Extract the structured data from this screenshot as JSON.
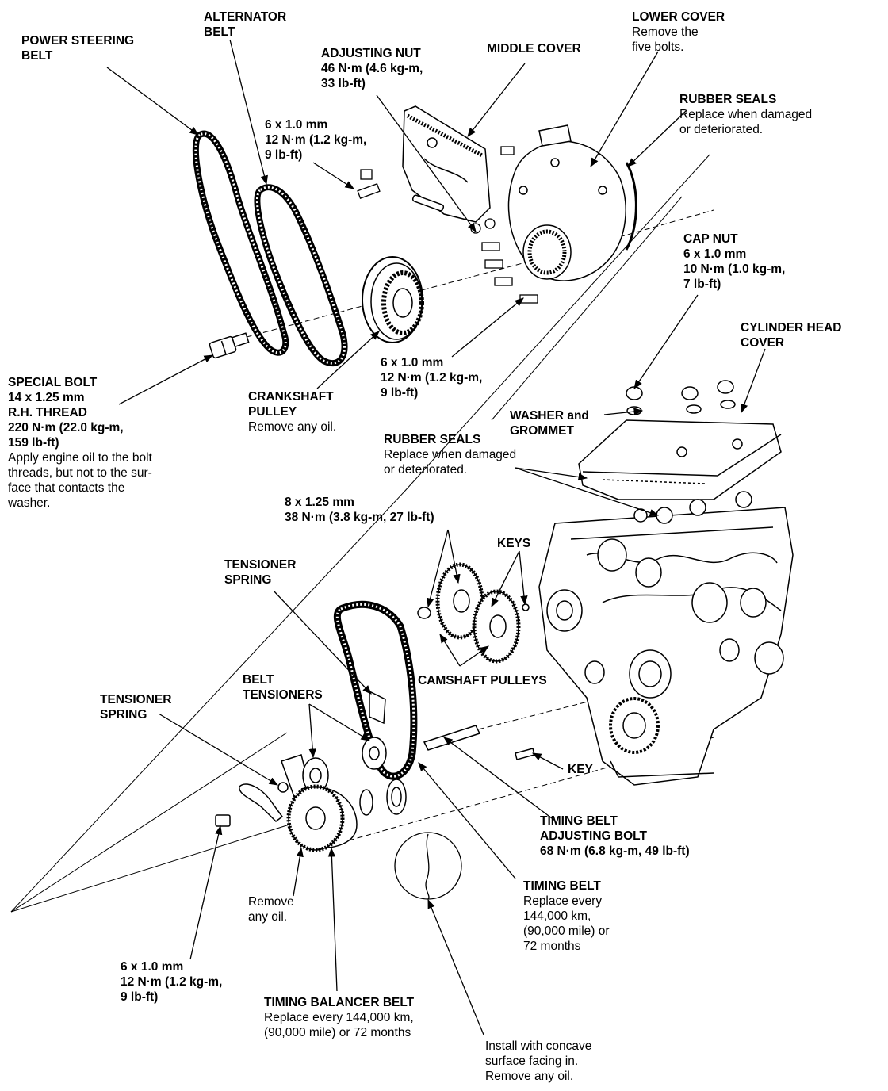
{
  "labels": {
    "power_steering_belt": [
      "POWER STEERING",
      "BELT"
    ],
    "alternator_belt": [
      "ALTERNATOR",
      "BELT"
    ],
    "adjusting_nut": {
      "title": "ADJUSTING NUT",
      "spec": [
        "46 N·m (4.6 kg-m,",
        "33 lb-ft)"
      ]
    },
    "middle_cover": "MIDDLE COVER",
    "lower_cover": {
      "title": "LOWER COVER",
      "note": [
        "Remove the",
        "five bolts."
      ]
    },
    "rubber_seals_top": {
      "title": "RUBBER SEALS",
      "note": [
        "Replace when damaged",
        "or deteriorated."
      ]
    },
    "bolt_6x1_top": [
      "6 x 1.0 mm",
      "12 N·m (1.2 kg-m,",
      "9 lb-ft)"
    ],
    "cap_nut": {
      "title": "CAP NUT",
      "spec": [
        "6 x 1.0 mm",
        "10 N·m (1.0 kg-m,",
        "7 lb-ft)"
      ]
    },
    "cylinder_head_cover": [
      "CYLINDER HEAD",
      "COVER"
    ],
    "special_bolt": {
      "title": [
        "SPECIAL BOLT",
        "14 x 1.25 mm",
        "R.H. THREAD",
        "220 N·m (22.0 kg-m,",
        "159 lb-ft)"
      ],
      "note": [
        "Apply engine oil to the bolt",
        "threads, but not to the sur-",
        "face that contacts the",
        "washer."
      ]
    },
    "crankshaft_pulley": {
      "title": [
        "CRANKSHAFT",
        "PULLEY"
      ],
      "note": "Remove any oil."
    },
    "bolt_6x1_mid": [
      "6 x 1.0 mm",
      "12 N·m (1.2 kg-m,",
      "9 lb-ft)"
    ],
    "washer_grommet": [
      "WASHER and",
      "GROMMET"
    ],
    "rubber_seals_mid": {
      "title": "RUBBER SEALS",
      "note": [
        "Replace when damaged",
        "or deteriorated."
      ]
    },
    "bolt_8x125": [
      "8 x 1.25 mm",
      "38 N·m (3.8 kg-m, 27 lb-ft)"
    ],
    "keys": "KEYS",
    "tensioner_spring_top": [
      "TENSIONER",
      "SPRING"
    ],
    "camshaft_pulleys": "CAMSHAFT PULLEYS",
    "belt_tensioners": [
      "BELT",
      "TENSIONERS"
    ],
    "tensioner_spring_left": [
      "TENSIONER",
      "SPRING"
    ],
    "key": "KEY",
    "timing_belt_adjusting_bolt": [
      "TIMING BELT",
      "ADJUSTING BOLT",
      "68 N·m (6.8 kg-m, 49 lb-ft)"
    ],
    "timing_belt": {
      "title": "TIMING BELT",
      "note": [
        "Replace every",
        "144,000 km,",
        "(90,000 mile) or",
        "72 months"
      ]
    },
    "remove_any_oil": [
      "Remove",
      "any oil."
    ],
    "bolt_6x1_bottom": [
      "6 x 1.0 mm",
      "12 N·m (1.2 kg-m,",
      "9 lb-ft)"
    ],
    "timing_balancer_belt": {
      "title": "TIMING BALANCER BELT",
      "note": [
        "Replace every 144,000 km,",
        "(90,000 mile) or 72 months"
      ]
    },
    "install_concave": [
      "Install with concave",
      "surface facing in.",
      "Remove any oil."
    ]
  }
}
